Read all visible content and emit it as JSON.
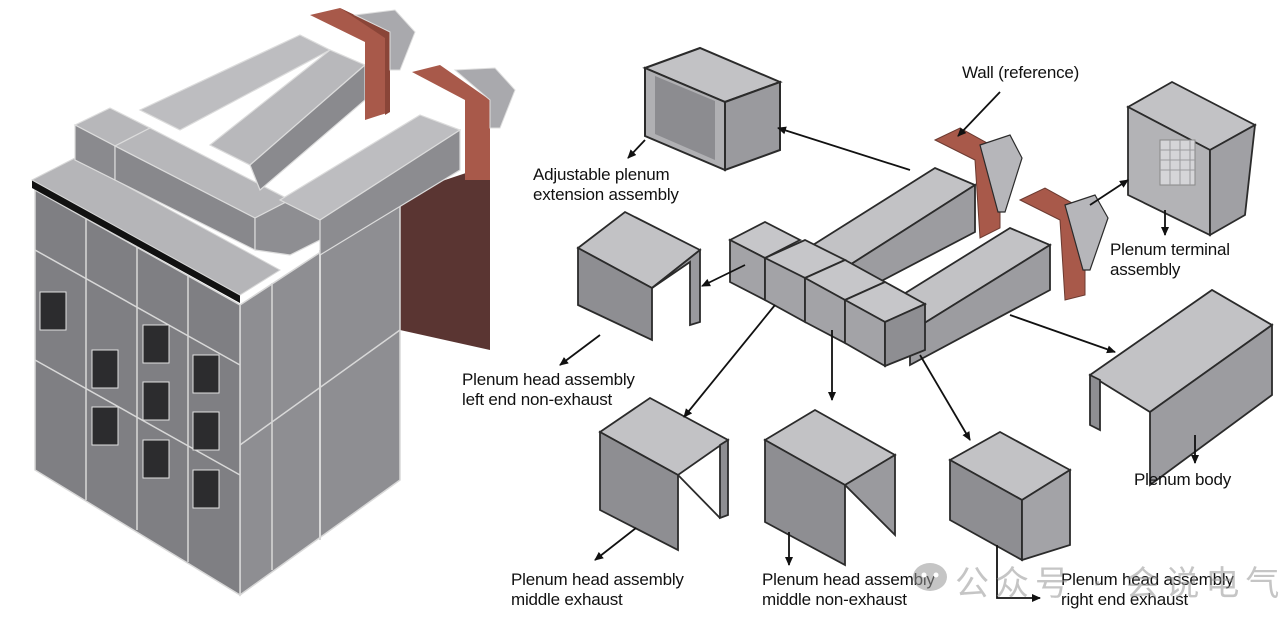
{
  "title": "Switchgear arc-resistant plenum exhaust assembly exploded view",
  "colors": {
    "metal_light": "#bdbdc0",
    "metal_mid": "#9a9a9e",
    "metal_dark": "#78787c",
    "wall": "#a8594a",
    "wall_dark": "#5a3532",
    "edge": "#2b2b2b",
    "label_text": "#111111"
  },
  "labels": {
    "wall": {
      "lines": [
        "Wall (reference)"
      ]
    },
    "adjustable_extension": {
      "lines": [
        "Adjustable plenum",
        "extension assembly"
      ]
    },
    "terminal": {
      "lines": [
        "Plenum terminal",
        "assembly"
      ]
    },
    "left_end": {
      "lines": [
        "Plenum head assembly",
        "left end non-exhaust"
      ]
    },
    "body": {
      "lines": [
        "Plenum body"
      ]
    },
    "middle_exhaust": {
      "lines": [
        "Plenum head assembly",
        "middle exhaust"
      ]
    },
    "middle_non_exhaust": {
      "lines": [
        "Plenum head assembly",
        "middle non-exhaust"
      ]
    },
    "right_end": {
      "lines": [
        "Plenum head assembly",
        "right end exhaust"
      ]
    }
  },
  "watermark": {
    "icon": "wechat-icon",
    "text": "公众号 · 会说电气"
  }
}
